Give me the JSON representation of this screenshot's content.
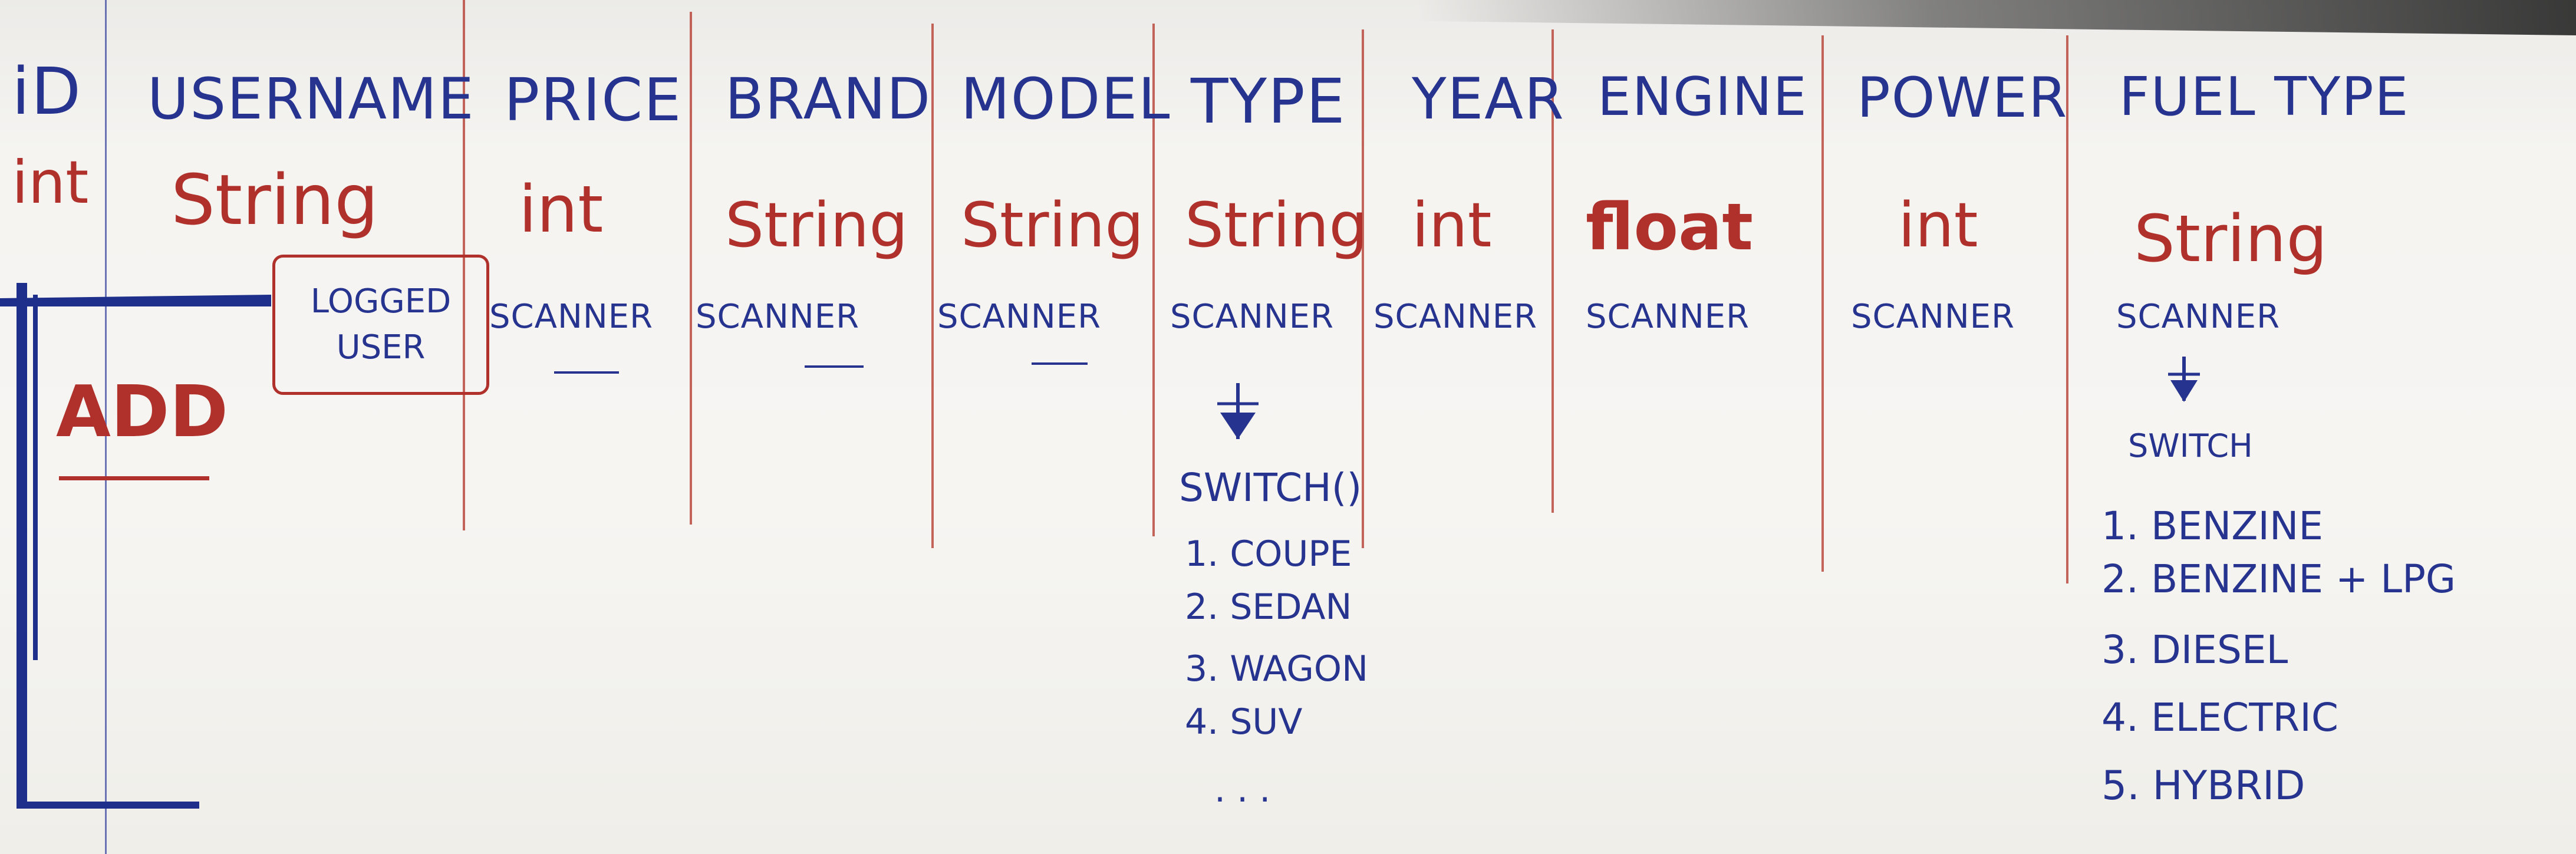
{
  "header": {
    "id": "iD",
    "username": "USERNAME",
    "price": "PRICE",
    "brand": "BRAND",
    "model": "MODEL",
    "type": "TYPE",
    "year": "YEAR",
    "engine": "ENGINE",
    "power": "POWER",
    "fuel_type": "FUEL TYPE"
  },
  "types": {
    "id": "int",
    "username": "String",
    "price": "int",
    "brand": "String",
    "model": "String",
    "type": "String",
    "year": "int",
    "engine": "float",
    "power": "int",
    "fuel_type": "String"
  },
  "input": {
    "logged_user_line1": "LOGGED",
    "logged_user_line2": "USER",
    "price": "SCANNER",
    "brand": "SCANNER",
    "model": "SCANNER",
    "type": "SCANNER",
    "year": "SCANNER",
    "engine": "SCANNER",
    "power": "SCANNER",
    "fuel_type": "SCANNER"
  },
  "type_switch": {
    "label": "SWITCH()",
    "options": [
      "1. COUPE",
      "2. SEDAN",
      "3. WAGON",
      "4. SUV",
      ". . ."
    ]
  },
  "fuel_switch": {
    "label": "SWITCH",
    "options": [
      "1. BENZINE",
      "2. BENZINE + LPG",
      "3. DIESEL",
      "4. ELECTRIC",
      "5. HYBRID"
    ]
  },
  "action": {
    "add": "ADD"
  },
  "colors": {
    "ink_blue": "#26348f",
    "ink_red": "#b0312b",
    "paper": "#f5f4f1"
  }
}
